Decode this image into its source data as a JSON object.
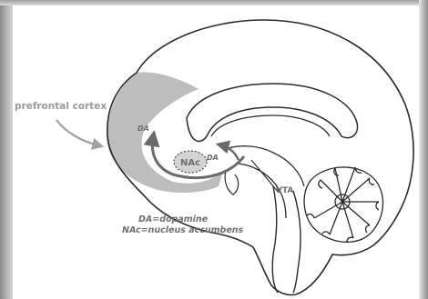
{
  "labels": {
    "prefrontal_cortex": "prefrontal cortex",
    "da_upper": "DA",
    "nac": "NAc",
    "da_lower": "DA",
    "vta": "VTA"
  },
  "legend": {
    "da_definition": "DA=dopamine",
    "nac_definition": "NAc=nucleus accumbens"
  },
  "colors": {
    "prefrontal_fill": "#bdbdbd",
    "outline": "#2a2a2a",
    "arrow": "#6a6a6a",
    "label_text": "#9a9a9a"
  }
}
